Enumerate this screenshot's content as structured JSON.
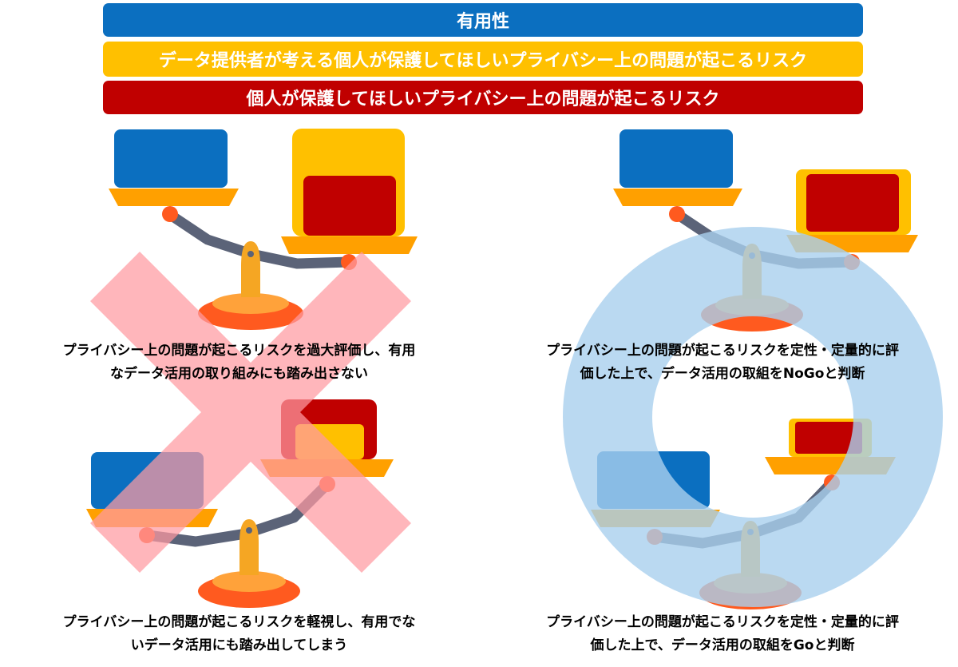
{
  "header": {
    "utility": "有用性",
    "provider_risk": "データ提供者が考える個人が保護してほしいプライバシー上の問題が起こるリスク",
    "individual_risk": "個人が保護してほしいプライバシー上の問題が起こるリスク"
  },
  "colors": {
    "utility": "#0b6fc0",
    "provider_risk": "#ffc000",
    "individual_risk": "#c00000",
    "cross_mark": "#ff9aa2",
    "circle_mark": "#a9cfee"
  },
  "panels": {
    "top_left": {
      "caption_line1": "プライバシー上の問題が起こるリスクを過大評価し、有用",
      "caption_line2": "なデータ活用の取り組みにも踏み出さない"
    },
    "bottom_left": {
      "caption_line1": "プライバシー上の問題が起こるリスクを軽視し、有用でな",
      "caption_line2": "いデータ活用にも踏み出してしまう"
    },
    "top_right": {
      "caption_line1": "プライバシー上の問題が起こるリスクを定性・定量的に評",
      "caption_line2": "価した上で、データ活用の取組をNoGoと判断"
    },
    "bottom_right": {
      "caption_line1": "プライバシー上の問題が起こるリスクを定性・定量的に評",
      "caption_line2": "価した上で、データ活用の取組をGoと判断"
    }
  },
  "marks": {
    "left": "cross",
    "right": "circle"
  }
}
